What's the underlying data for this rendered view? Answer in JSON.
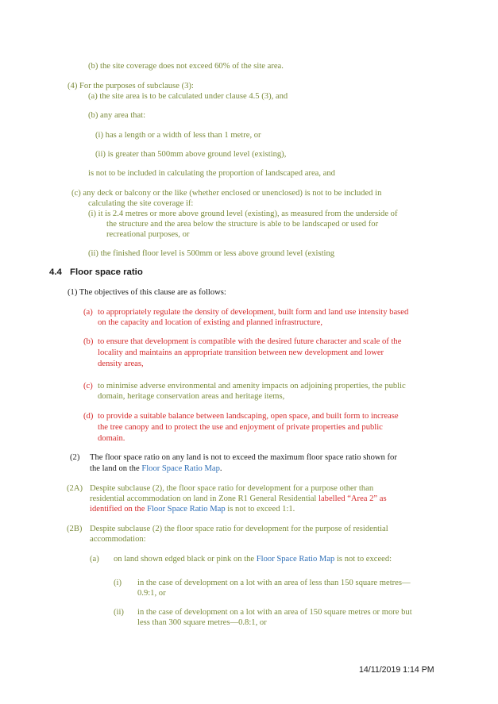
{
  "top": {
    "b_site": "(b)  the site coverage does not exceed 60% of the site area.",
    "p4_intro": "(4)  For the purposes of subclause (3):",
    "p4a": "(a)  the site area is to be calculated under clause 4.5 (3), and",
    "p4b": "(b)  any area that:",
    "p4b_i": "(i)  has a length or a width of less than 1 metre, or",
    "p4b_ii": "(ii)  is greater than 500mm above ground level (existing),",
    "p4b_tail": "is not to be included in calculating the proportion of landscaped area, and",
    "c_line1": "(c)  any deck or balcony or the like (whether enclosed or unenclosed) is not to be included in",
    "c_line2": "calculating the site coverage if:",
    "c_i_line1": "(i)  it is 2.4 metres or more above ground level (existing), as measured from the underside of",
    "c_i_line2": "the structure and the area below the structure is able to be landscaped or used for",
    "c_i_line3": "recreational purposes, or",
    "c_ii": "(ii)  the finished floor level is 500mm or less above ground level (existing"
  },
  "section": {
    "number": "4.4",
    "title": "Floor space ratio"
  },
  "objectives": {
    "intro": "(1)  The objectives of this clause are as follows:",
    "a_label": "(a)",
    "a_line1": "to appropriately regulate the density of development, built form and land use intensity based",
    "a_line2": "on the capacity and location of existing and planned infrastructure,",
    "b_label": "(b)",
    "b_line1": "to ensure that development is compatible with the desired future character and scale of the",
    "b_line2": "locality and maintains an appropriate transition between new development and lower",
    "b_line3": "density areas,",
    "c_label": "(c)",
    "c_line1": "to minimise adverse environmental and amenity impacts on adjoining properties, the public",
    "c_line2": "domain, heritage conservation areas and heritage items,",
    "d_label": "(d)",
    "d_line1": "to provide a suitable balance between landscaping, open space, and built form to increase",
    "d_line2": "the tree canopy and to protect the use and enjoyment of private properties and public",
    "d_line3": "domain."
  },
  "clause2": {
    "label": "(2)",
    "line1": "The floor space ratio on any land is not to exceed the maximum floor space ratio shown for",
    "line2_a": "the land on the ",
    "line2_link": "Floor Space Ratio Map",
    "line2_b": "."
  },
  "clause2A": {
    "label": "(2A)",
    "line1": "Despite subclause (2), the floor space ratio for development for a purpose other than",
    "line2_a": "residential accommodation on land in Zone R1 General Residential ",
    "line2_red": "labelled “Area 2” as",
    "line3_red": "identified on the ",
    "line3_link": "Floor Space Ratio Map",
    "line3_b": " is not to exceed 1:1."
  },
  "clause2B": {
    "label": "(2B)",
    "line1": "Despite subclause (2) the floor space ratio for development for the purpose of residential",
    "line2": "accommodation:",
    "a_label": "(a)",
    "a_text_a": "on land shown edged black or pink on the ",
    "a_link": "Floor Space Ratio Map",
    "a_text_b": " is not to exceed:",
    "i_label": "(i)",
    "i_line1": "in the case of development on a lot with an area of less than 150 square metres—",
    "i_line2": "0.9:1, or",
    "ii_label": "(ii)",
    "ii_line1": "in the case of development on a lot with an area of 150 square metres or more but",
    "ii_line2": "less than 300 square metres—0.8:1, or"
  },
  "footer": {
    "timestamp": "14/11/2019 1:14 PM"
  },
  "colors": {
    "olive": "#7a8a3a",
    "red": "#d42a2a",
    "link": "#2f6fb6",
    "black": "#1a1a1a"
  }
}
